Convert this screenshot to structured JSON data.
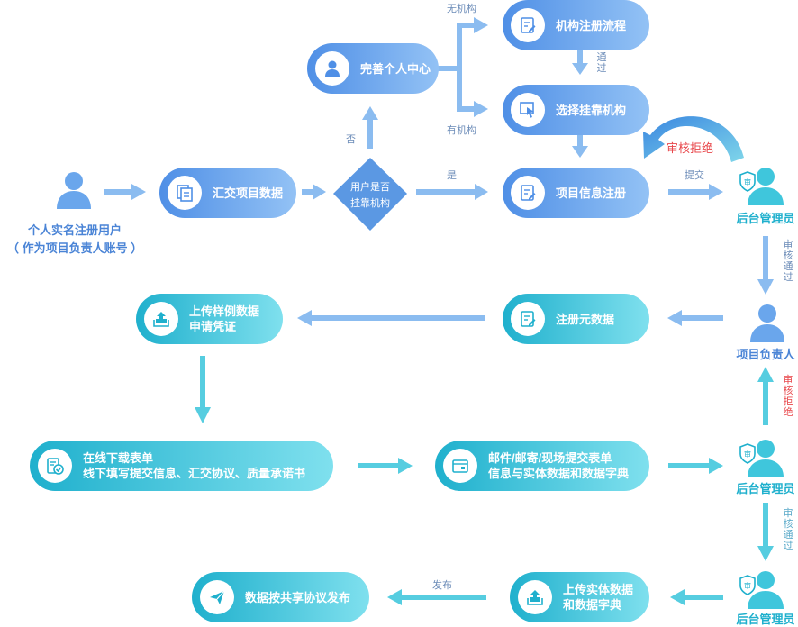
{
  "start_user": {
    "line1": "个人实名注册用户",
    "line2": "（ 作为项目负责人账号 ）"
  },
  "nodes": {
    "submit_data": "汇交项目数据",
    "complete_center": "完善个人中心",
    "org_register": "机构注册流程",
    "choose_org": "选择挂靠机构",
    "project_register": "项目信息注册",
    "metadata_register": "注册元数据",
    "upload_sample": {
      "line1": "上传样例数据",
      "line2": "申请凭证"
    },
    "download_form": {
      "line1": "在线下载表单",
      "line2": "线下填写提交信息、汇交协议、质量承诺书"
    },
    "mail_submit": {
      "line1": "邮件/邮寄/现场提交表单",
      "line2": "信息与实体数据和数据字典"
    },
    "upload_entity": {
      "line1": "上传实体数据",
      "line2": "和数据字典"
    },
    "publish": "数据按共享协议发布"
  },
  "decision": {
    "line1": "用户是否",
    "line2": "挂靠机构"
  },
  "roles": {
    "admin": "后台管理员",
    "leader": "项目负责人",
    "badge": "审"
  },
  "edge_labels": {
    "no_org": "无机构",
    "has_org": "有机构",
    "no": "否",
    "yes": "是",
    "pass": "通过",
    "submit": "提交",
    "review_reject": "审核拒绝",
    "review_pass": "审核通过",
    "publish": "发布"
  },
  "colors": {
    "blue": "#4f8fe6",
    "teal": "#1fb0cd",
    "reject": "#e8474b",
    "arrow_blue": "#8bbcf0",
    "arrow_teal": "#56cde0"
  }
}
